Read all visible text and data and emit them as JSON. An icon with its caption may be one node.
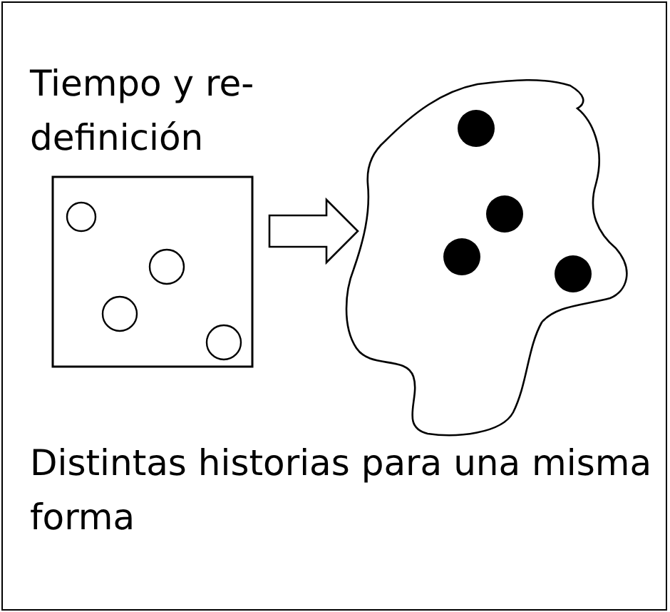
{
  "diagram": {
    "nodes": [
      {
        "text": [
          "Tiempo y re-definición",
          "Distintas historias para una misma forma"
        ]
      },
      {
        "text": [],
        "shape": "box",
        "in": 0
      },
      {
        "text": [],
        "shape": "cloud",
        "in": 0
      }
    ],
    "edges": [
      {
        "from": 1,
        "to": 2,
        "arrow": "to"
      }
    ]
  }
}
